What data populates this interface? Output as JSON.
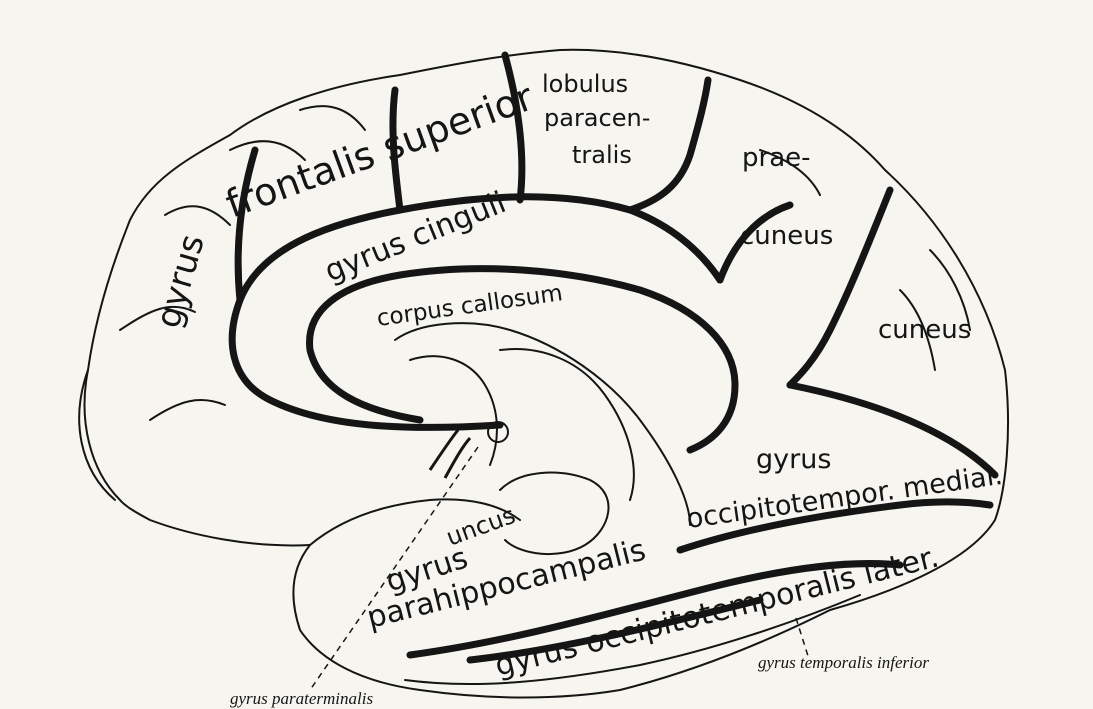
{
  "colors": {
    "paper": "#f6f5ef",
    "ink": "#151515"
  },
  "labels": {
    "lobulus": "lobulus",
    "paracen": "paracen-",
    "tralis": "tralis",
    "prae": "prae-",
    "cuneus_upper": "cuneus",
    "cuneus_right": "cuneus",
    "gyrus_left": "gyrus",
    "frontalis_superior": "frontalis superior",
    "gyrus_cinguli": "gyrus cinguli",
    "corpus_callosum": "corpus callosum",
    "gyrus_occip_medial": "gyrus",
    "occipitotempor_medial": "occipitotempor. medial.",
    "uncus": "uncus",
    "gyrus_parahip": "gyrus",
    "parahippocampalis": "parahippocampalis",
    "occipitotemporalis_later": "gyrus occipitotemporalis later."
  },
  "captions": {
    "temporalis_inferior": "gyrus temporalis inferior",
    "paraterminalis": "gyrus paraterminalis"
  }
}
